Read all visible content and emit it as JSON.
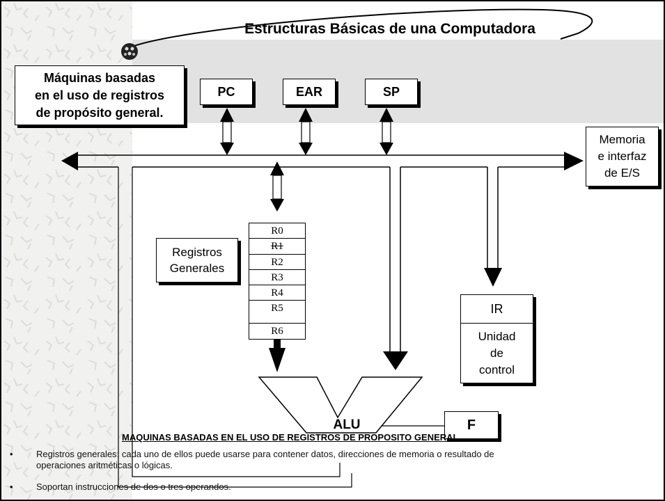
{
  "slide": {
    "title": "Estructuras Básicas de una Computadora"
  },
  "callout": {
    "lines": [
      "Máquinas basadas",
      "en el uso de registros",
      "de propósito general."
    ]
  },
  "boxes": {
    "pc": "PC",
    "ear": "EAR",
    "sp": "SP",
    "memory": [
      "Memoria",
      "e interfaz",
      "de E/S"
    ],
    "registers_label": [
      "Registros",
      "Generales"
    ],
    "ir": "IR",
    "control": [
      "Unidad",
      "de",
      "control"
    ],
    "alu": "ALU",
    "flags": "F"
  },
  "registers": [
    "R0",
    "R1",
    "R2",
    "R3",
    "R4",
    "R5",
    "R6"
  ],
  "notes": {
    "heading": "MAQUINAS BASADAS EN EL USO DE REGISTROS DE PROPOSITO GENERAL.",
    "bullet1_line1": "Registros generales: cada uno de ellos puede usarse para contener datos, direcciones de memoria o resultado de",
    "bullet1_line2": "operaciones aritméticas o lógicas.",
    "bullet2": "Soportan instrucciones de dos o tres operandos.",
    "bullet_symbol": "•"
  }
}
